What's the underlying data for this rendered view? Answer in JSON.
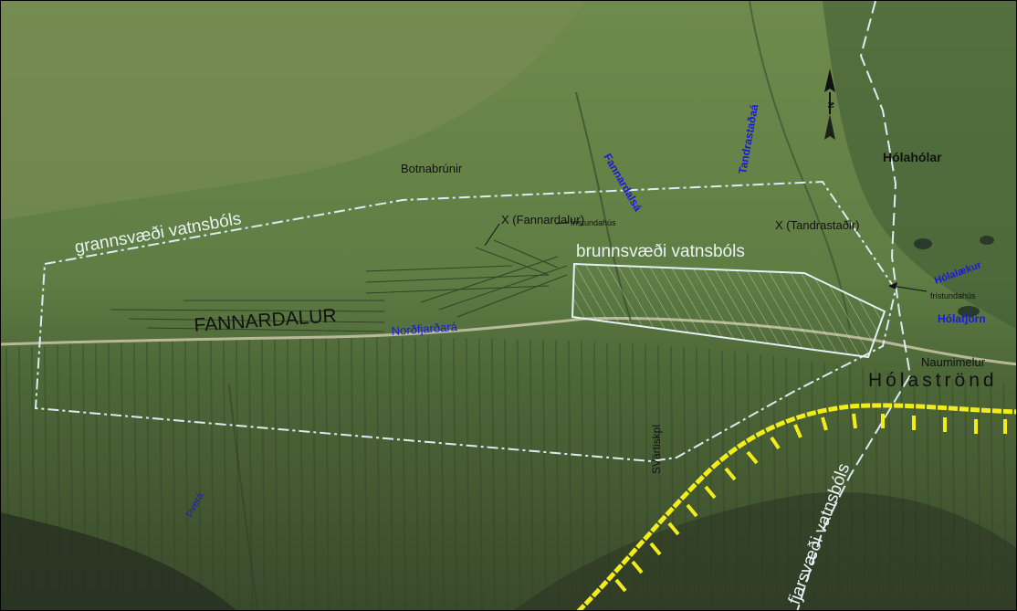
{
  "map": {
    "zones": {
      "grannsvaedi": "grannsvæði vatnsbóls",
      "brunnsvaedi": "brunnsvæði vatnsbóls",
      "fjarsvaedi": "fjarsvæði vatnsbóls"
    },
    "places": {
      "botnabrunir": "Botnabrúnir",
      "fannardalur": "FANNARDALUR",
      "holaholar": "Hólahólar",
      "naumimelur": "Naumimelur",
      "holastrond": "Hólaströnd",
      "svartitindur": "SVärtiskpl"
    },
    "water": {
      "fannardalsa": "Fannardalsá",
      "tandrastadaa": "Tandrastaðaá",
      "nordfjardara": "Norðfjarðará",
      "thvera": "Þverá",
      "holalaekur": "Hólalækur",
      "holatjorn": "Hólatjörn"
    },
    "points": {
      "fannardalur": "X (Fannardalur)",
      "tandrastadir": "X (Tandrastaðir)",
      "fristundahus_1": "frístundahús",
      "fristundahus_2": "frístundahús"
    },
    "north_arrow": {
      "letter": "N",
      "icon": "north-arrow-icon"
    },
    "colors": {
      "zone_outline": "#d8ecf2",
      "water_label": "#1a1ad8",
      "road": "#f2ec1a",
      "label_dark": "#111111"
    }
  }
}
